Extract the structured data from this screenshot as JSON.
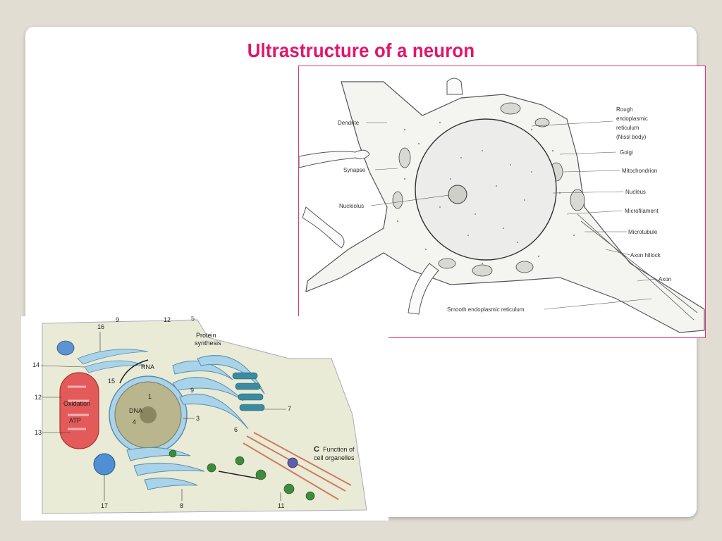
{
  "slide": {
    "title": "Ultrastructure of a neuron"
  },
  "neuron_diagram": {
    "labels": {
      "dendrite": "Dendrite",
      "synapse": "Synapse",
      "nucleolus": "Nucleolus",
      "rer_1": "Rough",
      "rer_2": "endoplasmic",
      "rer_3": "reticulum",
      "rer_4": "(Nissl body)",
      "golgi": "Golgi",
      "mitochondrion": "Mitochondrion",
      "nucleus": "Nucleus",
      "microfilament": "Microfilament",
      "microtubule": "Microtubule",
      "axon_hillock": "Axon hillock",
      "axon": "Axon",
      "ser": "Smooth endoplasmic reticulum"
    }
  },
  "organelle_diagram": {
    "numbers": [
      "16",
      "9",
      "12",
      "5",
      "14",
      "15",
      "12",
      "13",
      "1",
      "4",
      "3",
      "9",
      "6",
      "7",
      "17",
      "8",
      "11"
    ],
    "inner_labels": {
      "protein_1": "Protein",
      "protein_2": "synthesis",
      "rna": "RNA",
      "dna": "DNA",
      "oxidation": "Oxidation",
      "atp": "ATP"
    },
    "caption_letter": "C",
    "caption_1": "Function of",
    "caption_2": "cell organelles"
  },
  "colors": {
    "title": "#e2156a",
    "frame_border": "#e0357a",
    "cell_fill": "#e9ebd6",
    "mitochondrion": "#e35a5a",
    "er_blue": "#a9d3ea",
    "nucleus_fill": "#b9b58c",
    "vesicle_blue": "#4f8fd4",
    "microtubule": "#d27a5c"
  }
}
